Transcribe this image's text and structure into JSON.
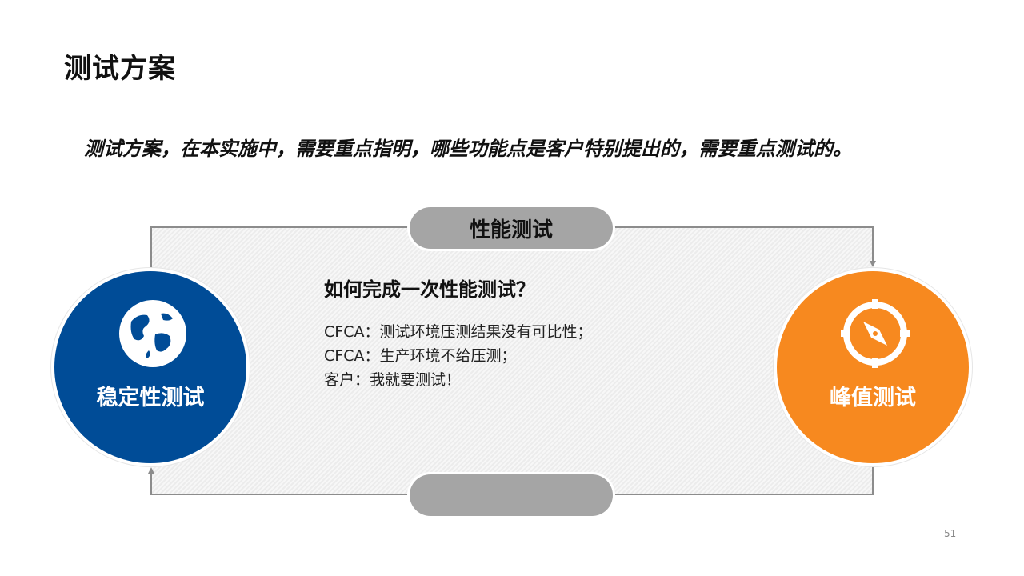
{
  "slide": {
    "title": "测试方案",
    "subtitle": "测试方案，在本实施中，需要重点指明，哪些功能点是客户特别提出的，需要重点测试的。",
    "top_pill": "性能测试",
    "bottom_pill": "",
    "left_circle": {
      "label": "稳定性测试",
      "icon": "globe-icon",
      "color": "#004c97"
    },
    "right_circle": {
      "label": "峰值测试",
      "icon": "compass-icon",
      "color": "#f7891f"
    },
    "content": {
      "heading": "如何完成一次性能测试？",
      "lines": [
        "CFCA：测试环境压测结果没有可比性；",
        "CFCA：生产环境不给压测；",
        "客户：我就要测试！"
      ]
    },
    "page_number": "51"
  }
}
